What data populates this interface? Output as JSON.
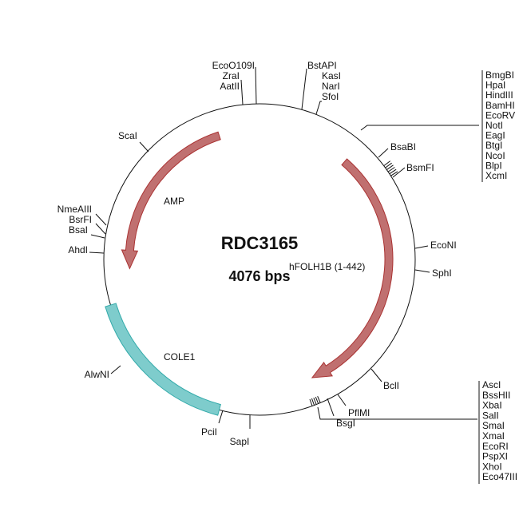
{
  "plasmid": {
    "name": "RDC3165",
    "size": "4076 bps"
  },
  "features": {
    "amp": {
      "label": "AMP",
      "color": "#c07070"
    },
    "hfolh1b": {
      "label": "hFOLH1B (1-442)",
      "color": "#c07070"
    },
    "cole1": {
      "label": "COLE1",
      "color": "#7ecccc"
    }
  },
  "sites": {
    "ecoO109I": "EcoO109I",
    "zraI": "ZraI",
    "aatII": "AatII",
    "bstAPI": "BstAPI",
    "kasI": "KasI",
    "narI": "NarI",
    "sfoI": "SfoI",
    "bsaBI": "BsaBI",
    "bsmFI": "BsmFI",
    "ecoNI": "EcoNI",
    "sphI": "SphI",
    "bclI": "BclI",
    "pflMI": "PflMI",
    "bsgI": "BsgI",
    "sapI": "SapI",
    "pciI": "PciI",
    "alwNI": "AlwNI",
    "ahdI": "AhdI",
    "bsaI": "BsaI",
    "bsrFI": "BsrFI",
    "nmeAIII": "NmeAIII",
    "scaI": "ScaI"
  },
  "mcs_top": [
    "BmgBI",
    "HpaI",
    "HindIII",
    "BamHI",
    "EcoRV",
    "NotI",
    "EagI",
    "BtgI",
    "NcoI",
    "BlpI",
    "XcmI"
  ],
  "mcs_bottom": [
    "AscI",
    "BssHII",
    "XbaI",
    "SalI",
    "SmaI",
    "XmaI",
    "EcoRI",
    "PspXI",
    "XhoI",
    "Eco47III"
  ]
}
